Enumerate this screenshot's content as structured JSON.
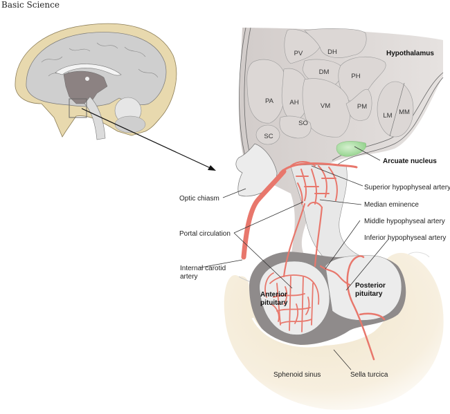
{
  "header": {
    "running_head": "Basic Science"
  },
  "figure": {
    "overview": {
      "subject": "Sagittal brain section",
      "inset_box_marks": "hypothalamic-pituitary region"
    },
    "nuclei": [
      {
        "abbr": "PV"
      },
      {
        "abbr": "DH"
      },
      {
        "abbr": "DM"
      },
      {
        "abbr": "PH"
      },
      {
        "abbr": "PA"
      },
      {
        "abbr": "AH"
      },
      {
        "abbr": "VM"
      },
      {
        "abbr": "PM"
      },
      {
        "abbr": "SO"
      },
      {
        "abbr": "SC"
      },
      {
        "abbr": "LM"
      },
      {
        "abbr": "MM"
      }
    ],
    "labels": {
      "hypothalamus": "Hypothalamus",
      "arcuate_nucleus": "Arcuate nucleus",
      "superior_hypophyseal_artery": "Superior hypophyseal artery",
      "median_eminence": "Median eminence",
      "middle_hypophyseal_artery": "Middle hypophyseal artery",
      "inferior_hypophyseal_artery": "Inferior hypophyseal artery",
      "optic_chiasm": "Optic chiasm",
      "portal_circulation": "Portal circulation",
      "internal_carotid_line1": "Internal carotid",
      "internal_carotid_line2": "artery",
      "anterior_pituitary_line1": "Anterior",
      "anterior_pituitary_line2": "pituitary",
      "posterior_pituitary_line1": "Posterior",
      "posterior_pituitary_line2": "pituitary",
      "sphenoid_sinus": "Sphenoid sinus",
      "sella_turcica": "Sella turcica"
    },
    "colors": {
      "vessel": "#e8776c",
      "nucleus_fill": "#d9d4d2",
      "hypothalamus_bg": "#c8c2c0",
      "arcuate": "#9fd89a",
      "bone": "#f3ead4",
      "pituitary": "#ececec"
    }
  }
}
